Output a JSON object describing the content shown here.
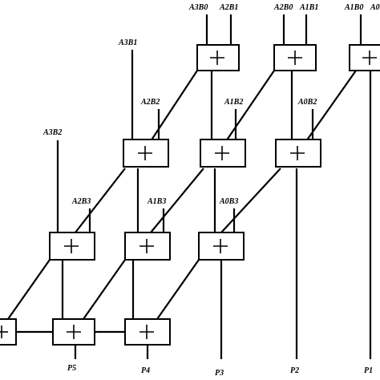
{
  "diagram": {
    "input_labels": {
      "a3b0": "A3B0",
      "a2b1": "A2B1",
      "a2b0": "A2B0",
      "a1b1": "A1B1",
      "a1b0": "A1B0",
      "a0_partial": "A0",
      "a3b1": "A3B1",
      "a2b2": "A2B2",
      "a1b2": "A1B2",
      "a0b2": "A0B2",
      "a3b2": "A3B2",
      "a2b3": "A2B3",
      "a1b3": "A1B3",
      "a0b3": "A0B3"
    },
    "output_labels": {
      "p5": "P5",
      "p4": "P4",
      "p3": "P3",
      "p2": "P2",
      "p1": "P1"
    },
    "adder_symbol": "+"
  }
}
